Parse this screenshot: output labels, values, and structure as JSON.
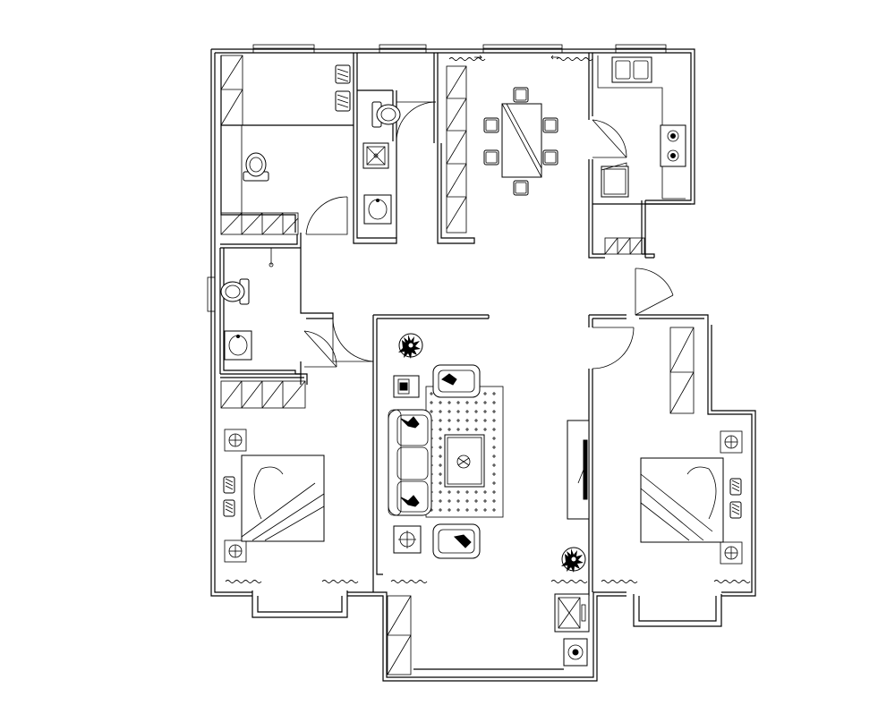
{
  "plan": {
    "rooms": [
      {
        "key": "master-bathroom-left"
      },
      {
        "key": "guest-toilet"
      },
      {
        "key": "dining-room"
      },
      {
        "key": "kitchen"
      },
      {
        "key": "bathroom-mid-left"
      },
      {
        "key": "bedroom-left"
      },
      {
        "key": "living-room"
      },
      {
        "key": "bedroom-right"
      },
      {
        "key": "balcony-left"
      },
      {
        "key": "balcony-bottom"
      },
      {
        "key": "balcony-right"
      }
    ],
    "furniture": {
      "dining_table_chairs": 6,
      "sofa_cushions": 3,
      "stove_burners": 2,
      "sink_basins": 2
    },
    "colors": {
      "line": "#000000",
      "background": "#ffffff"
    },
    "icons": [
      "toilet-icon",
      "sink-icon",
      "shower-icon",
      "bed-icon",
      "sofa-icon",
      "armchair-icon",
      "telephone-icon",
      "plant-icon",
      "lamp-icon",
      "stove-icon",
      "fridge-icon",
      "dining-table-icon",
      "tv-cabinet-icon",
      "nightstand-icon",
      "washing-machine-icon"
    ]
  }
}
